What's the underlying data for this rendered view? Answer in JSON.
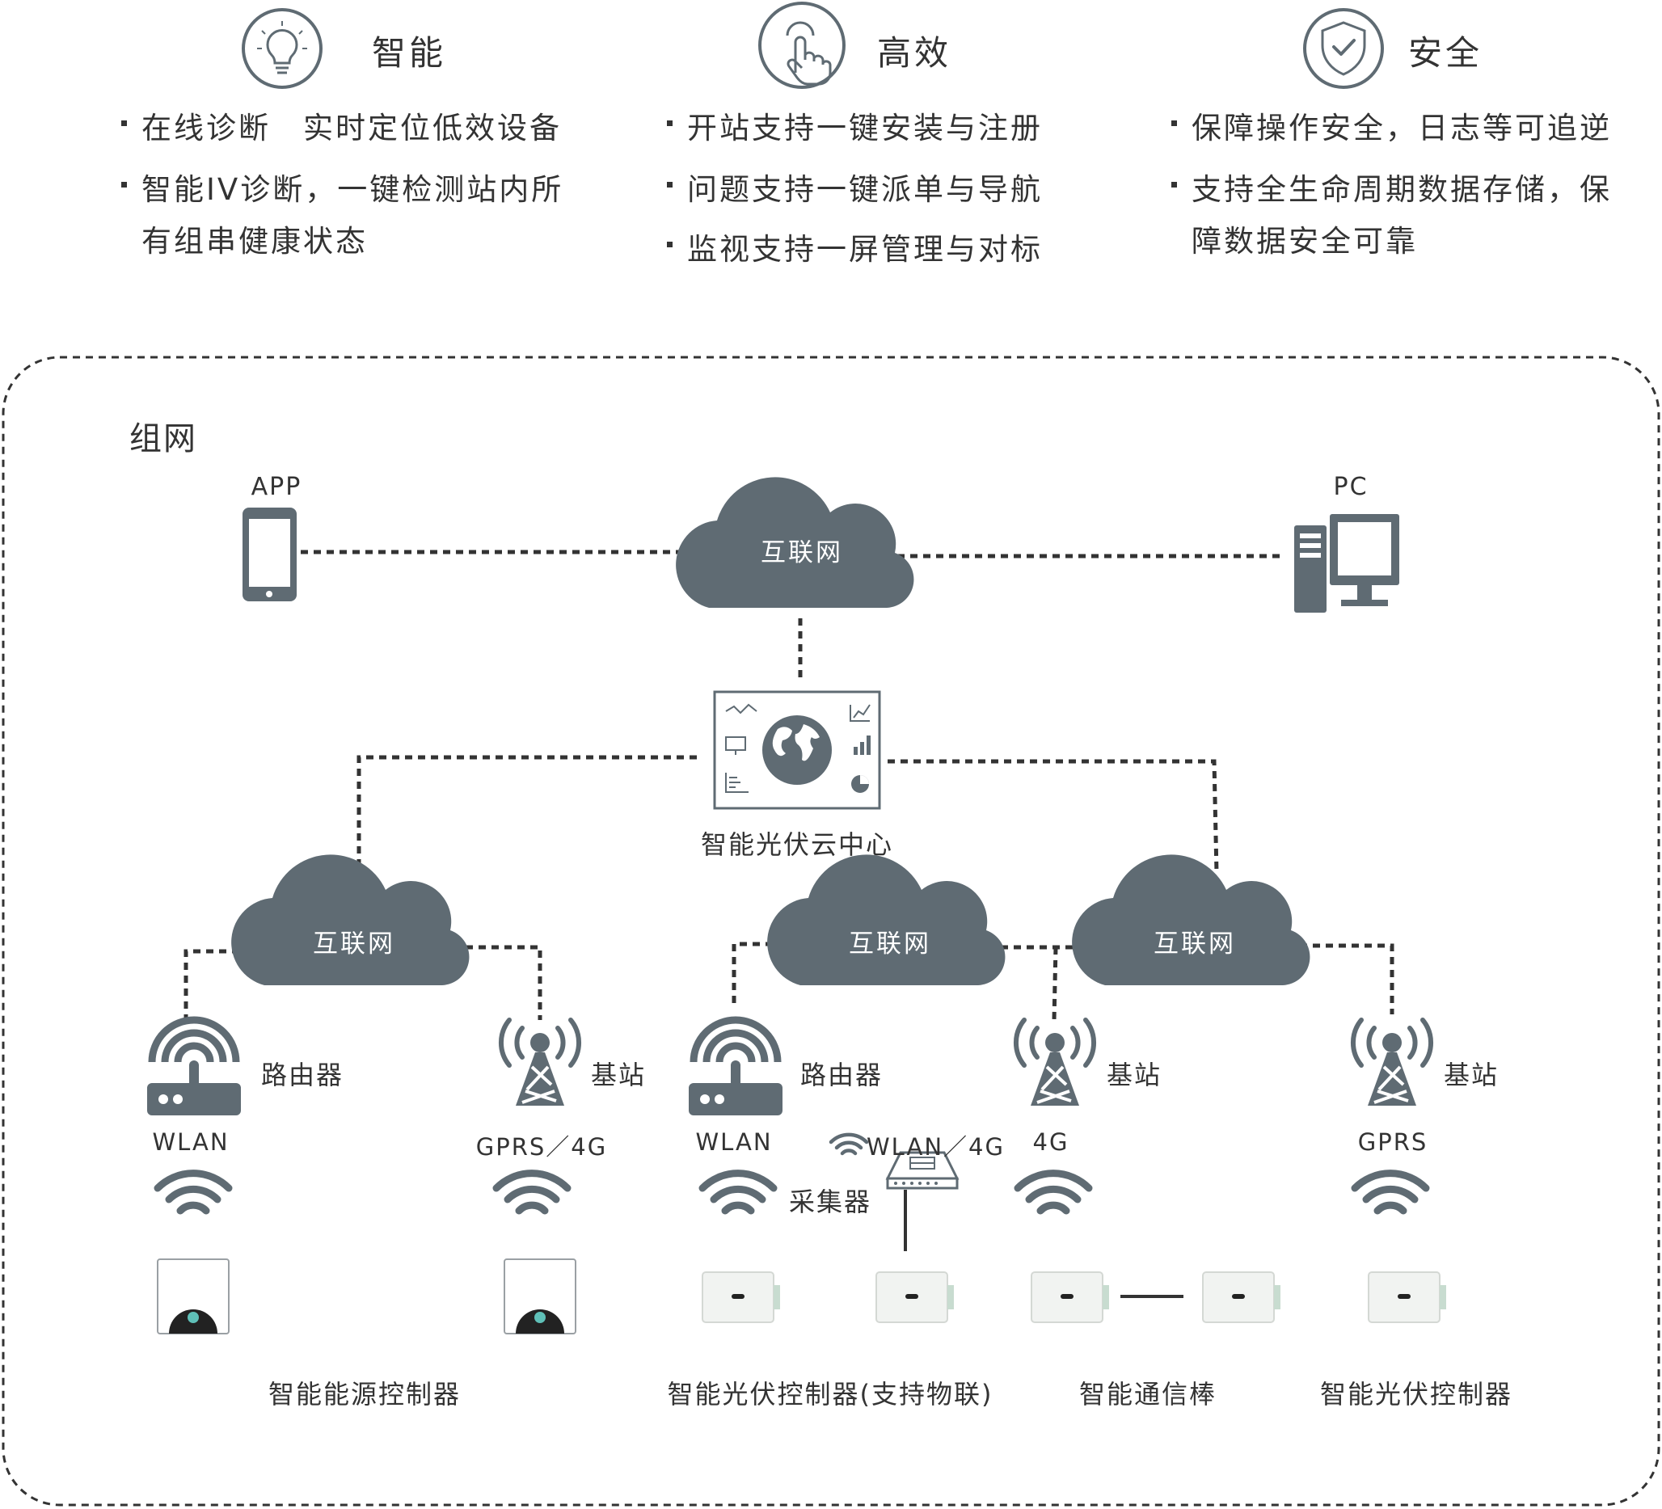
{
  "features": [
    {
      "title": "智能",
      "icon": "lightbulb-icon",
      "lines": [
        "在线诊断　实时定位低效设备",
        "智能IV诊断，一键检测站内所",
        "有组串健康状态"
      ]
    },
    {
      "title": "高效",
      "icon": "touch-hand-icon",
      "lines": [
        "开站支持一键安装与注册",
        "问题支持一键派单与导航",
        "监视支持一屏管理与对标"
      ]
    },
    {
      "title": "安全",
      "icon": "shield-check-icon",
      "lines": [
        "保障操作安全，日志等可追逆",
        "支持全生命周期数据存储，保",
        "障数据安全可靠"
      ]
    }
  ],
  "network": {
    "title": "组网",
    "app_label": "APP",
    "pc_label": "PC",
    "internet_label": "互联网",
    "cloud_center_label": "智能光伏云中心",
    "router_label": "路由器",
    "base_station_label": "基站",
    "collector_label": "采集器",
    "conn_wlan": "WLAN",
    "conn_gprs_4g": "GPRS／4G",
    "conn_wlan_4g": "WLAN／4G",
    "conn_4g": "4G",
    "conn_gprs": "GPRS",
    "device_energy_controller": "智能能源控制器",
    "device_pv_controller_iot": "智能光伏控制器(支持物联)",
    "device_comm_stick": "智能通信棒",
    "device_pv_controller": "智能光伏控制器",
    "colors": {
      "icon": "#5f6b73",
      "line": "#333333",
      "device": "#f1f3f1"
    }
  }
}
